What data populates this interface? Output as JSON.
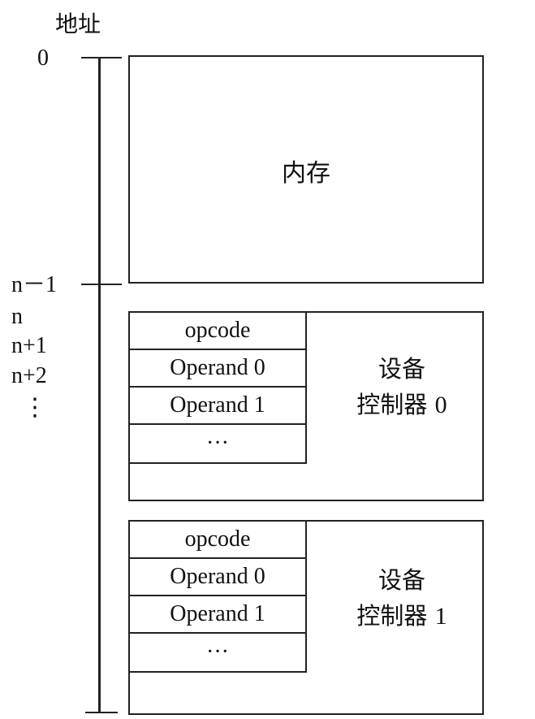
{
  "axis": {
    "title": "地址",
    "labels": {
      "zero": "0",
      "n_minus_1": "n－1",
      "n": "n",
      "n_plus_1": "n+1",
      "n_plus_2": "n+2",
      "ellipsis": "⋮"
    }
  },
  "memory": {
    "label": "内存"
  },
  "devices": [
    {
      "label_line1": "设备",
      "label_line2": "控制器",
      "index": "0",
      "registers": [
        "opcode",
        "Operand 0",
        "Operand 1",
        "···"
      ]
    },
    {
      "label_line1": "设备",
      "label_line2": "控制器",
      "index": "1",
      "registers": [
        "opcode",
        "Operand 0",
        "Operand 1",
        "···"
      ]
    }
  ]
}
